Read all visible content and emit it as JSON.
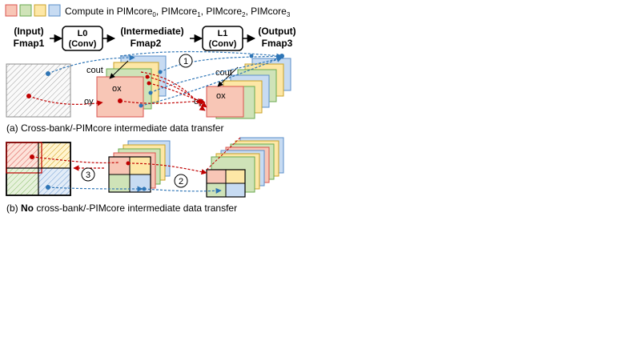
{
  "legend": {
    "swatches": [
      {
        "name": "PIMcore0",
        "fill": "#f8c6b6",
        "stroke": "#d9534f"
      },
      {
        "name": "PIMcore1",
        "fill": "#cfe3b8",
        "stroke": "#6aa84f"
      },
      {
        "name": "PIMcore2",
        "fill": "#fde7a6",
        "stroke": "#c9a227"
      },
      {
        "name": "PIMcore3",
        "fill": "#c7dbf2",
        "stroke": "#5b8fc9"
      }
    ],
    "prefix": "Compute in PIMcore",
    "sub0": "0",
    "sep0": ", PIMcore",
    "sub1": "1",
    "sep1": ", PIMcore",
    "sub2": "2",
    "sep2": ", PIMcore",
    "sub3": "3"
  },
  "pipeline": {
    "input_line1": "(Input)",
    "input_line2": "Fmap1",
    "l0_line1": "L0",
    "l0_line2": "(Conv)",
    "mid_line1": "(Intermediate)",
    "mid_line2": "Fmap2",
    "l1_line1": "L1",
    "l1_line2": "(Conv)",
    "out_line1": "(Output)",
    "out_line2": "Fmap3"
  },
  "panel_a": {
    "label_cout_mid": "cout",
    "label_oy_mid": "oy",
    "label_ox_mid": "ox",
    "label_cout_out": "cout",
    "label_oy_out": "oy",
    "label_ox_out": "ox",
    "step": "1",
    "caption": "(a) Cross-bank/-PIMcore intermediate data transfer"
  },
  "panel_b": {
    "step2": "2",
    "step3": "3",
    "caption_pre": "(b) ",
    "caption_bold": "No",
    "caption_post": " cross-bank/-PIMcore intermediate data transfer"
  },
  "colors": {
    "red": "#c00000",
    "blue_dash": "#2e75b6",
    "red_fill": "#f8c6b6",
    "green_fill": "#cfe3b8",
    "yellow_fill": "#fde7a6",
    "blue_fill": "#c7dbf2"
  }
}
